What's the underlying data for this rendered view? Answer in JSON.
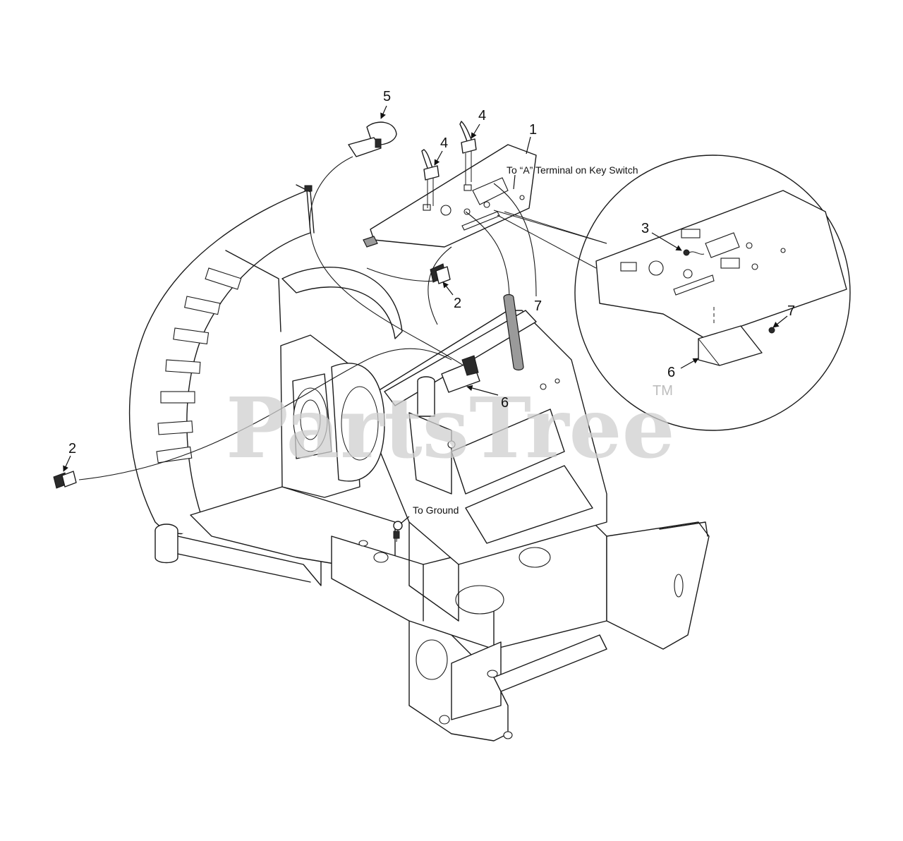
{
  "diagram": {
    "callouts": {
      "c1": "1",
      "c2a": "2",
      "c2b": "2",
      "c3": "3",
      "c4a": "4",
      "c4b": "4",
      "c5": "5",
      "c6a": "6",
      "c6b": "6",
      "c7a": "7",
      "c7b": "7"
    },
    "notes": {
      "key_switch": "To “A” Terminal on Key Switch",
      "ground": "To Ground"
    },
    "watermark": {
      "text": "PartsTree",
      "trademark": "TM"
    },
    "colors": {
      "line": "#1a1a1a",
      "watermark": "#cfcfcf",
      "background": "#ffffff"
    }
  }
}
